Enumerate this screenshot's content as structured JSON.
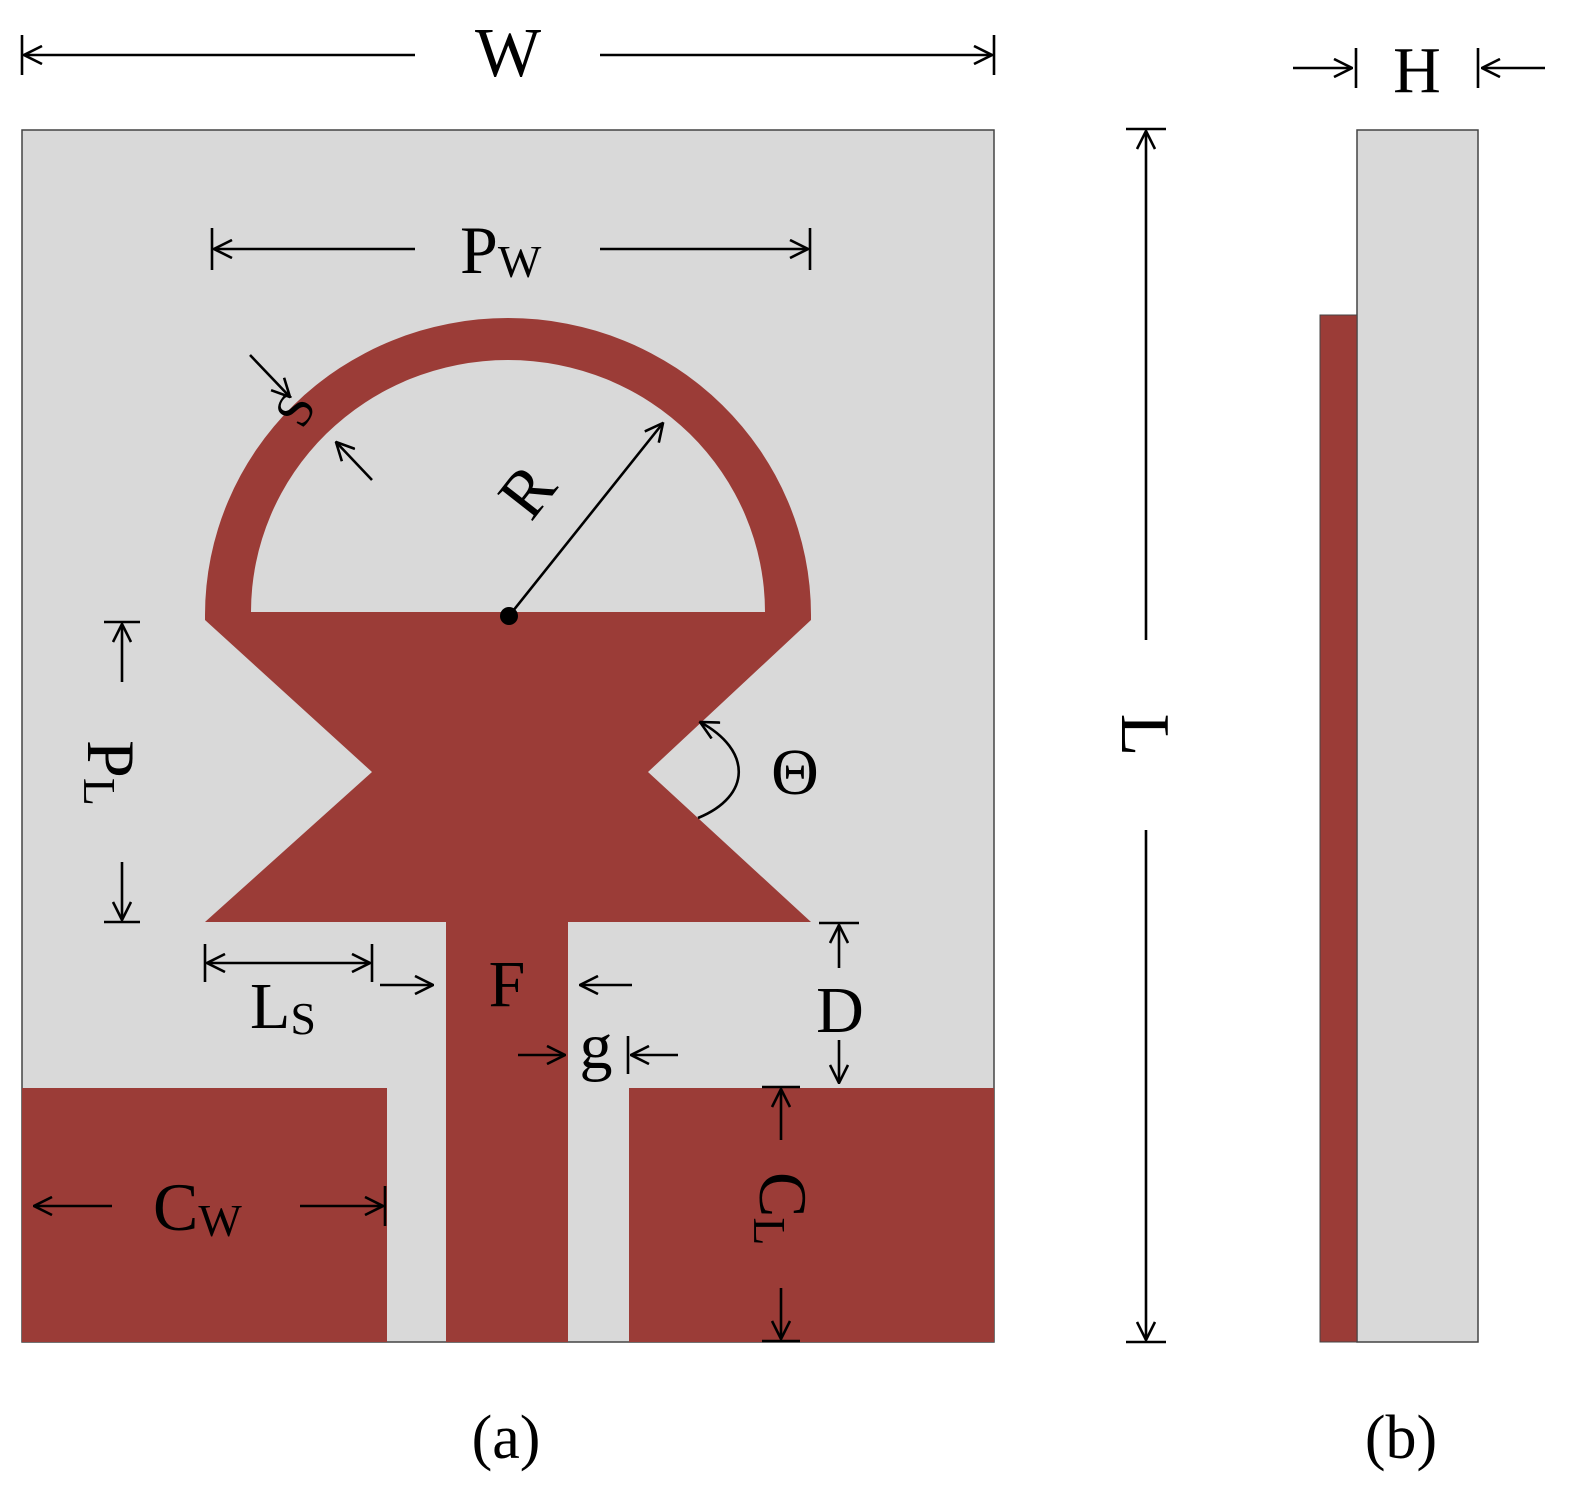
{
  "colors": {
    "substrate": "#d9d9d9",
    "copper": "#9b3c37",
    "line": "#000000",
    "background": "#ffffff"
  },
  "labels": {
    "W": "W",
    "H": "H",
    "L": "L",
    "PW_main": "P",
    "PW_sub": "W",
    "S": "S",
    "R": "R",
    "PL_main": "P",
    "PL_sub": "L",
    "theta": "Θ",
    "LS_main": "L",
    "LS_sub": "S",
    "F": "F",
    "g": "g",
    "D": "D",
    "CW_main": "C",
    "CW_sub": "W",
    "CL_main": "C",
    "CL_sub": "L"
  },
  "captions": {
    "a": "(a)",
    "b": "(b)"
  }
}
